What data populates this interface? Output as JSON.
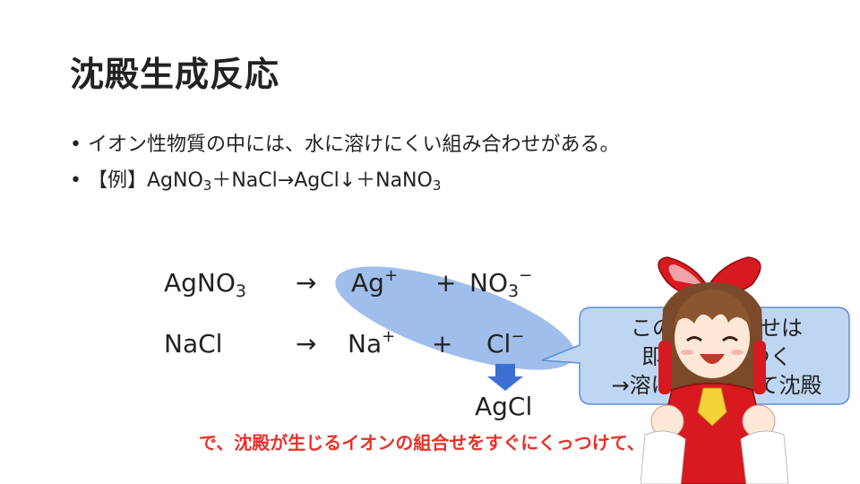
{
  "slide": {
    "title": "沈殿生成反応",
    "bullets": [
      {
        "dot": "•",
        "text": "イオン性物質の中には、水に溶けにくい組み合わせがある。"
      },
      {
        "dot": "•",
        "prefix": "【例】AgNO",
        "s1": "3",
        "mid": "＋NaCl→AgCl↓＋NaNO",
        "s2": "3"
      }
    ]
  },
  "diagram": {
    "row1": {
      "reactant": "AgNO",
      "reactant_sub": "3",
      "arrow": "→",
      "ion1": "Ag",
      "ion1_charge": "+",
      "plus": "+",
      "ion2": "NO",
      "ion2_sub": "3",
      "ion2_charge": "−"
    },
    "row2": {
      "reactant": "NaCl",
      "arrow": "→",
      "ion1": "Na",
      "ion1_charge": "+",
      "plus": "+",
      "ion2": "Cl",
      "ion2_charge": "−"
    },
    "product": "AgCl",
    "colors": {
      "highlight": "#8fb3e8",
      "arrow": "#3d6fd1",
      "bubble_fill": "#bfd6f3",
      "bubble_stroke": "#5b8fd6"
    }
  },
  "bubble": {
    "lines": [
      "この組み合わせは",
      "即座にくっつく",
      "→溶けなくなって沈殿"
    ]
  },
  "subtitle": "で、沈殿が生じるイオンの組合せをすぐにくっつけて、"
}
